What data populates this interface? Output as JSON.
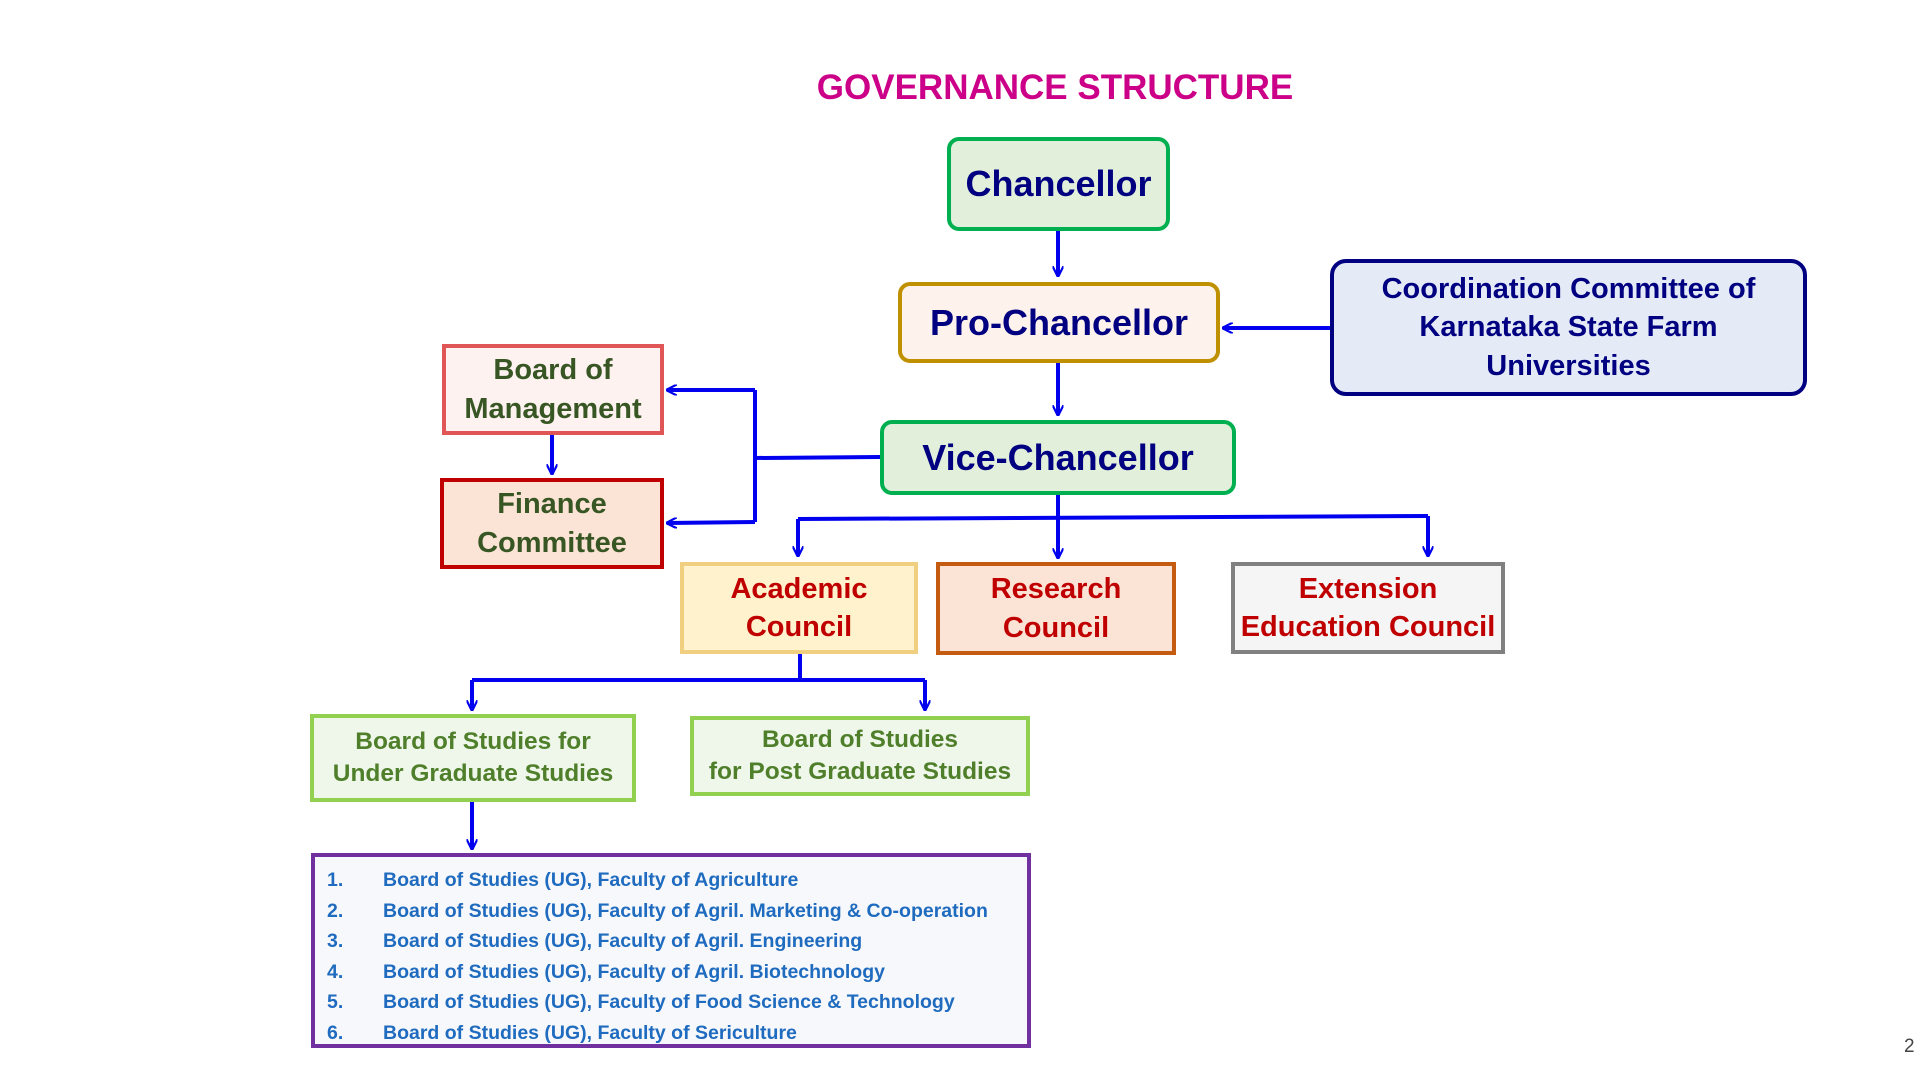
{
  "slide": {
    "title": "GOVERNANCE STRUCTURE",
    "page_number": "2"
  },
  "nodes": {
    "chancellor": {
      "label": "Chancellor"
    },
    "pro_chancellor": {
      "label": "Pro-Chancellor"
    },
    "coordination_committee": {
      "line1": "Coordination Committee of",
      "line2": "Karnataka State Farm",
      "line3": "Universities"
    },
    "board_of_management": {
      "line1": "Board of",
      "line2": "Management"
    },
    "finance_committee": {
      "line1": "Finance",
      "line2": "Committee"
    },
    "vice_chancellor": {
      "label": "Vice-Chancellor"
    },
    "academic_council": {
      "line1": "Academic",
      "line2": "Council"
    },
    "research_council": {
      "line1": "Research",
      "line2": "Council"
    },
    "extension_council": {
      "line1": "Extension",
      "line2": "Education Council"
    },
    "bos_ug": {
      "line1": "Board of Studies for",
      "line2": "Under Graduate Studies"
    },
    "bos_pg": {
      "line1": "Board of Studies",
      "line2": "for Post Graduate Studies"
    }
  },
  "ug_boards": [
    {
      "num": "1.",
      "text": "Board of Studies  (UG),  Faculty of Agriculture"
    },
    {
      "num": "2.",
      "text": "Board of Studies  (UG),  Faculty of Agril. Marketing & Co-operation"
    },
    {
      "num": "3.",
      "text": "Board of Studies  (UG),  Faculty of Agril. Engineering"
    },
    {
      "num": "4.",
      "text": "Board of Studies  (UG),  Faculty of Agril. Biotechnology"
    },
    {
      "num": "5.",
      "text": "Board of Studies  (UG),  Faculty of Food Science & Technology"
    },
    {
      "num": "6.",
      "text": "Board of Studies  (UG),  Faculty of Sericulture"
    }
  ],
  "colors": {
    "title": "#cc0088",
    "connector": "#0000ee",
    "navy_text": "#000080",
    "dark_green_text": "#375623",
    "red_text": "#c00000",
    "green_text": "#4f7f2a",
    "ug_list_text": "#1f6bbf",
    "ug_list_border": "#7030a0"
  }
}
